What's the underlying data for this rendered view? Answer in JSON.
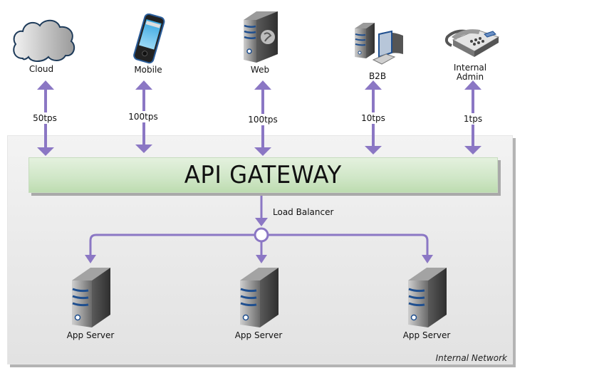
{
  "diagram": {
    "title": "API GATEWAY",
    "network_label": "Internal Network",
    "load_balancer_label": "Load Balancer",
    "colors": {
      "arrow": "#8b77c4",
      "gateway_fill": "#cfe6c6",
      "network_fill": "#ebebeb",
      "server_stripe": "#1f4f8f"
    },
    "clients": [
      {
        "label": "Cloud",
        "icon": "cloud-icon",
        "tps": "50tps"
      },
      {
        "label": "Mobile",
        "icon": "mobile-phone-icon",
        "tps": "100tps"
      },
      {
        "label": "Web",
        "icon": "web-server-icon",
        "tps": "100tps"
      },
      {
        "label": "B2B",
        "icon": "desktop-computer-icon",
        "tps": "10tps"
      },
      {
        "label": "Internal\nAdmin",
        "label_line1": "Internal",
        "label_line2": "Admin",
        "icon": "desk-phone-icon",
        "tps": "1tps"
      }
    ],
    "servers": [
      {
        "label": "App Server",
        "icon": "app-server-icon"
      },
      {
        "label": "App Server",
        "icon": "app-server-icon"
      },
      {
        "label": "App Server",
        "icon": "app-server-icon"
      }
    ]
  }
}
